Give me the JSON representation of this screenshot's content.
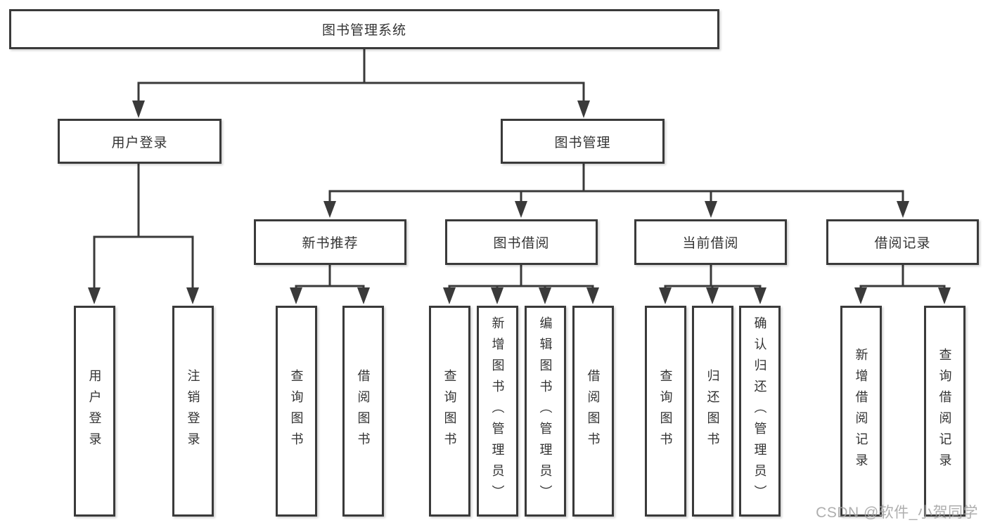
{
  "nodes": {
    "root": "图书管理系统",
    "level2": [
      "用户登录",
      "图书管理"
    ],
    "level3": [
      "新书推荐",
      "图书借阅",
      "当前借阅",
      "借阅记录"
    ],
    "leaves": [
      "用户登录",
      "注销登录",
      "查询图书",
      "借阅图书",
      "查询图书",
      "新增图书（管理员）",
      "编辑图书（管理员）",
      "借阅图书",
      "查询图书",
      "归还图书",
      "确认归还（管理员）",
      "新增借阅记录",
      "查询借阅记录"
    ]
  },
  "watermark": "CSDN @软件_小贺同学",
  "colors": {
    "line": "#3a3a3a",
    "text": "#333333",
    "watermark": "#a3a3a3",
    "bg": "#ffffff"
  }
}
